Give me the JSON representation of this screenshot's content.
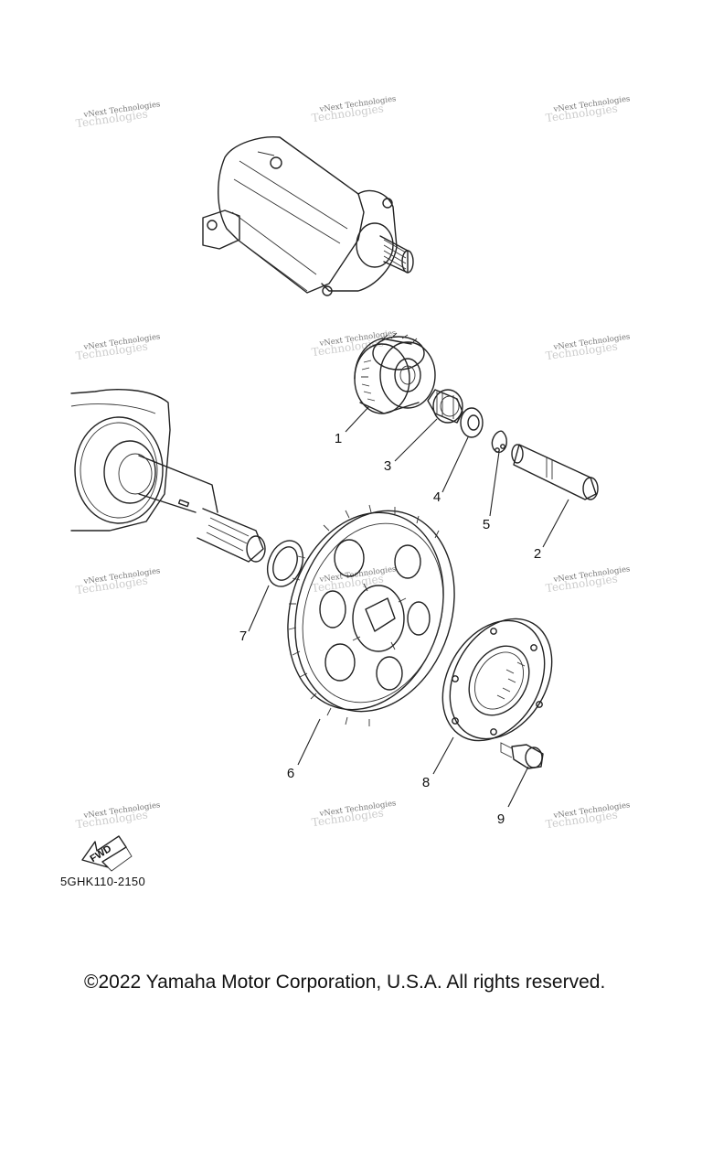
{
  "watermark": {
    "line1": "vNext Technologies",
    "line2": "Technologies"
  },
  "callouts": [
    {
      "id": "1",
      "text": "1"
    },
    {
      "id": "2",
      "text": "2"
    },
    {
      "id": "3",
      "text": "3"
    },
    {
      "id": "4",
      "text": "4"
    },
    {
      "id": "5",
      "text": "5"
    },
    {
      "id": "6",
      "text": "6"
    },
    {
      "id": "7",
      "text": "7"
    },
    {
      "id": "8",
      "text": "8"
    },
    {
      "id": "9",
      "text": "9"
    }
  ],
  "fwd_label": "FWD",
  "diagram_ref": "5GHK110-2150",
  "copyright": "©2022 Yamaha Motor Corporation, U.S.A. All rights reserved."
}
